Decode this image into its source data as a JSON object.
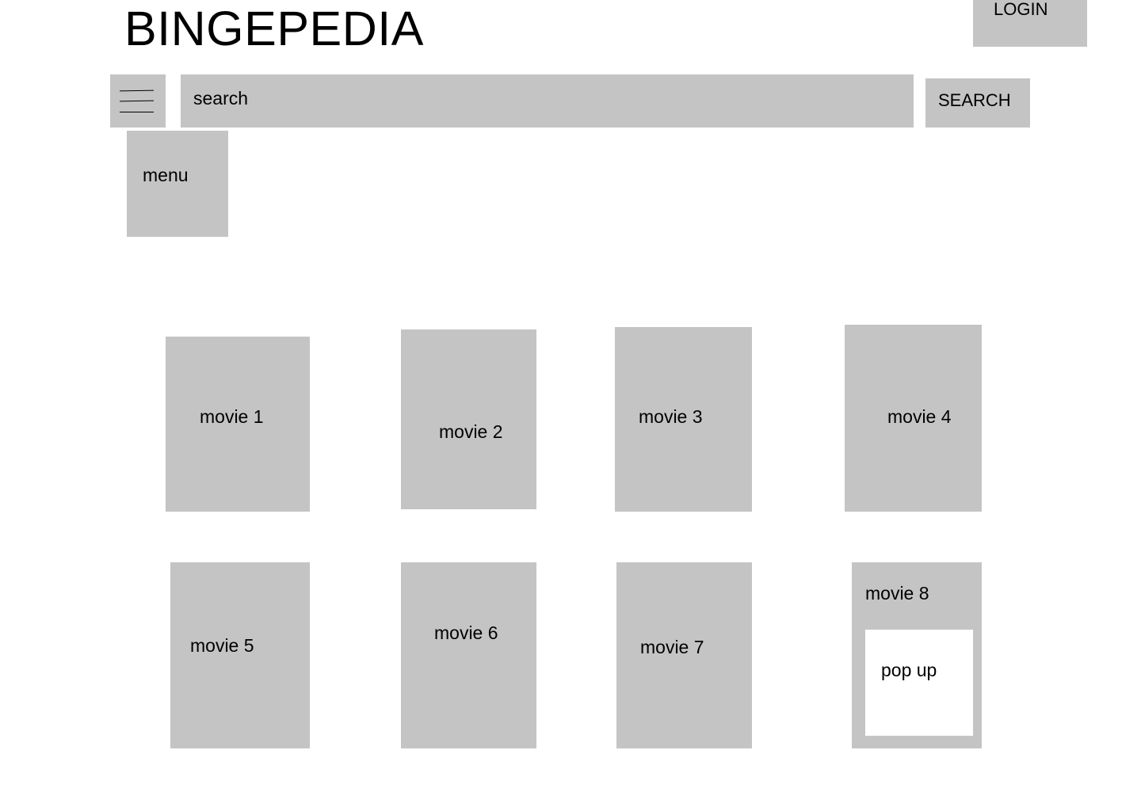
{
  "header": {
    "brand": "BINGEPEDIA",
    "login_label": "LOGIN"
  },
  "search": {
    "placeholder": "search",
    "value": "",
    "button_label": "SEARCH",
    "menu_icon": "hamburger-menu-icon"
  },
  "menu": {
    "label": "menu"
  },
  "movies": [
    {
      "title": "movie 1"
    },
    {
      "title": "movie 2"
    },
    {
      "title": "movie 3"
    },
    {
      "title": "movie 4"
    },
    {
      "title": "movie 5"
    },
    {
      "title": "movie 6"
    },
    {
      "title": "movie 7"
    },
    {
      "title": "movie 8",
      "popup": "pop up"
    }
  ],
  "colors": {
    "placeholder_fill": "#c4c4c4",
    "background": "#ffffff",
    "text": "#000000"
  }
}
